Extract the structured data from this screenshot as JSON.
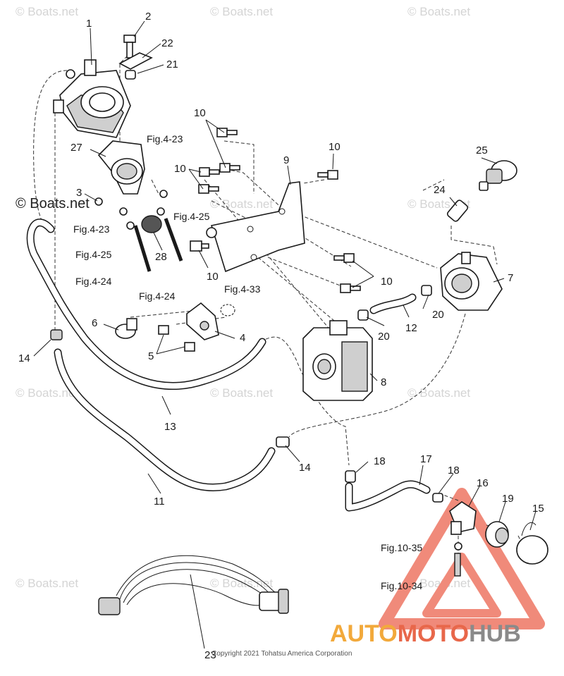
{
  "watermark": "© Boats.net",
  "copyright": "Copyright 2021 Tohatsu America Corporation",
  "brand": {
    "part1": "AUTO",
    "part2": "MOTO",
    "part3": "HUB",
    "colors": {
      "orange": "#f2a93b",
      "red": "#e8674a",
      "gray": "#8a8a8a"
    }
  },
  "callouts": {
    "n1": "1",
    "n2": "2",
    "n3": "3",
    "n4": "4",
    "n5": "5",
    "n6": "6",
    "n7": "7",
    "n8": "8",
    "n9": "9",
    "n10a": "10",
    "n10b": "10",
    "n10c": "10",
    "n10d": "10",
    "n10e": "10",
    "n11": "11",
    "n12": "12",
    "n13": "13",
    "n14a": "14",
    "n14b": "14",
    "n15": "15",
    "n16": "16",
    "n17": "17",
    "n18a": "18",
    "n18b": "18",
    "n19": "19",
    "n20a": "20",
    "n20b": "20",
    "n21": "21",
    "n22": "22",
    "n23": "23",
    "n24": "24",
    "n25": "25",
    "n27": "27",
    "n28": "28"
  },
  "figure_refs": {
    "fig423a": "Fig.4-23",
    "fig423b": "Fig.4-23",
    "fig425a": "Fig.4-25",
    "fig425b": "Fig.4-25",
    "fig424a": "Fig.4-24",
    "fig424b": "Fig.4-24",
    "fig433": "Fig.4-33",
    "fig1035": "Fig.10-35",
    "fig1034": "Fig.10-34"
  }
}
